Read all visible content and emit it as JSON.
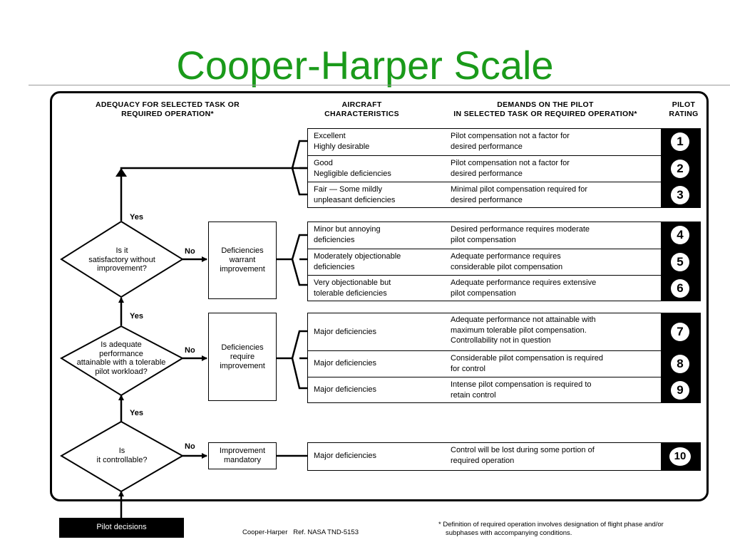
{
  "title": "Cooper-Harper Scale",
  "headers": {
    "adequacy": [
      "ADEQUACY FOR SELECTED TASK OR",
      "REQUIRED OPERATION*"
    ],
    "aircraft": [
      "AIRCRAFT",
      "CHARACTERISTICS"
    ],
    "demands": [
      "DEMANDS ON THE PILOT",
      "IN SELECTED TASK OR REQUIRED OPERATION*"
    ],
    "rating": [
      "PILOT",
      "RATING"
    ]
  },
  "ratings": [
    {
      "rating": "1",
      "characteristics": [
        "Excellent",
        "Highly desirable"
      ],
      "demands": [
        "Pilot compensation not a factor for",
        "desired performance"
      ]
    },
    {
      "rating": "2",
      "characteristics": [
        "Good",
        "Negligible deficiencies"
      ],
      "demands": [
        "Pilot compensation not a factor for",
        "desired performance"
      ]
    },
    {
      "rating": "3",
      "characteristics": [
        "Fair — Some mildly",
        "unpleasant deficiencies"
      ],
      "demands": [
        "Minimal pilot compensation required for",
        "desired performance"
      ]
    },
    {
      "rating": "4",
      "characteristics": [
        "Minor but annoying",
        "deficiencies"
      ],
      "demands": [
        "Desired performance requires moderate",
        "pilot compensation"
      ]
    },
    {
      "rating": "5",
      "characteristics": [
        "Moderately objectionable",
        "deficiencies"
      ],
      "demands": [
        "Adequate performance requires",
        "considerable pilot compensation"
      ]
    },
    {
      "rating": "6",
      "characteristics": [
        "Very objectionable but",
        "tolerable deficiencies"
      ],
      "demands": [
        "Adequate performance requires extensive",
        "pilot compensation"
      ]
    },
    {
      "rating": "7",
      "characteristics": [
        "Major deficiencies"
      ],
      "demands": [
        "Adequate performance not attainable with",
        "maximum tolerable pilot compensation.",
        "Controllability not in question"
      ]
    },
    {
      "rating": "8",
      "characteristics": [
        "Major deficiencies"
      ],
      "demands": [
        "Considerable pilot compensation is required",
        "for control"
      ]
    },
    {
      "rating": "9",
      "characteristics": [
        "Major deficiencies"
      ],
      "demands": [
        "Intense pilot compensation is required to",
        "retain control"
      ]
    },
    {
      "rating": "10",
      "characteristics": [
        "Major deficiencies"
      ],
      "demands": [
        "Control will be lost during some portion of",
        "required operation"
      ]
    }
  ],
  "decisions": [
    {
      "question": [
        "Is it",
        "satisfactory without",
        "improvement?"
      ],
      "yes": "Yes",
      "no": "No",
      "outcome": [
        "Deficiencies",
        "warrant",
        "improvement"
      ]
    },
    {
      "question": [
        "Is adequate",
        "performance",
        "attainable with a tolerable",
        "pilot workload?"
      ],
      "yes": "Yes",
      "no": "No",
      "outcome": [
        "Deficiencies",
        "require",
        "improvement"
      ]
    },
    {
      "question": [
        "Is",
        "it controllable?"
      ],
      "yes": "Yes",
      "no": "No",
      "outcome": [
        "Improvement",
        "mandatory"
      ]
    }
  ],
  "pilot_decisions": "Pilot decisions",
  "credit": "Cooper-Harper   Ref. NASA TND-5153",
  "footnote": [
    "* Definition of required operation involves designation of flight phase and/or",
    "subphases with accompanying conditions."
  ]
}
